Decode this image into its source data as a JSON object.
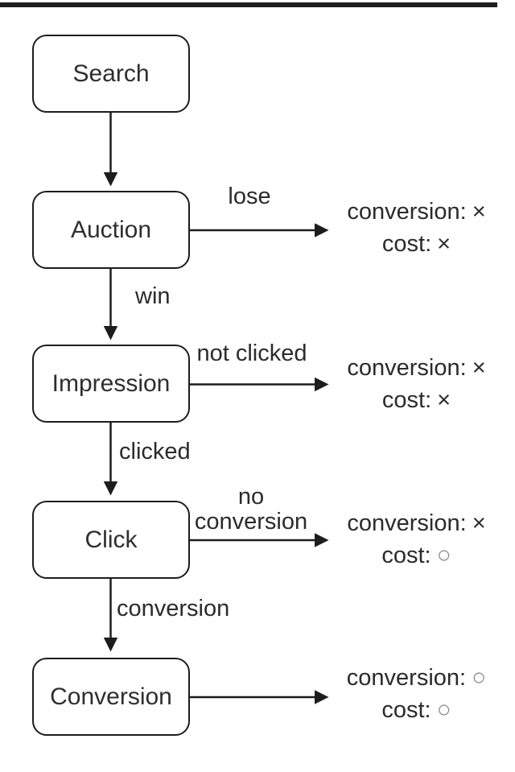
{
  "page": {
    "background": "#ffffff",
    "ink_color": "#1d1d1d",
    "text_color": "#2b2b2b"
  },
  "flow": {
    "nodes": [
      {
        "id": "search",
        "label": "Search"
      },
      {
        "id": "auction",
        "label": "Auction"
      },
      {
        "id": "impression",
        "label": "Impression"
      },
      {
        "id": "click",
        "label": "Click"
      },
      {
        "id": "conversion",
        "label": "Conversion"
      }
    ],
    "down_edges": [
      {
        "from": "search",
        "to": "auction",
        "label": ""
      },
      {
        "from": "auction",
        "to": "impression",
        "label": "win"
      },
      {
        "from": "impression",
        "to": "click",
        "label": "clicked"
      },
      {
        "from": "click",
        "to": "conversion",
        "label": "conversion"
      }
    ],
    "side_edges": [
      {
        "from": "auction",
        "label_lines": [
          "lose"
        ]
      },
      {
        "from": "impression",
        "label_lines": [
          "not clicked"
        ]
      },
      {
        "from": "click",
        "label_lines": [
          "no",
          "conversion"
        ]
      },
      {
        "from": "conversion",
        "label_lines": []
      }
    ],
    "outcomes": [
      {
        "conversion_label": "conversion:",
        "conversion_symbol": "×",
        "cost_label": "cost:",
        "cost_symbol": "×"
      },
      {
        "conversion_label": "conversion:",
        "conversion_symbol": "×",
        "cost_label": "cost:",
        "cost_symbol": "×"
      },
      {
        "conversion_label": "conversion:",
        "conversion_symbol": "×",
        "cost_label": "cost:",
        "cost_symbol": "○"
      },
      {
        "conversion_label": "conversion:",
        "conversion_symbol": "○",
        "cost_label": "cost:",
        "cost_symbol": "○"
      }
    ]
  }
}
